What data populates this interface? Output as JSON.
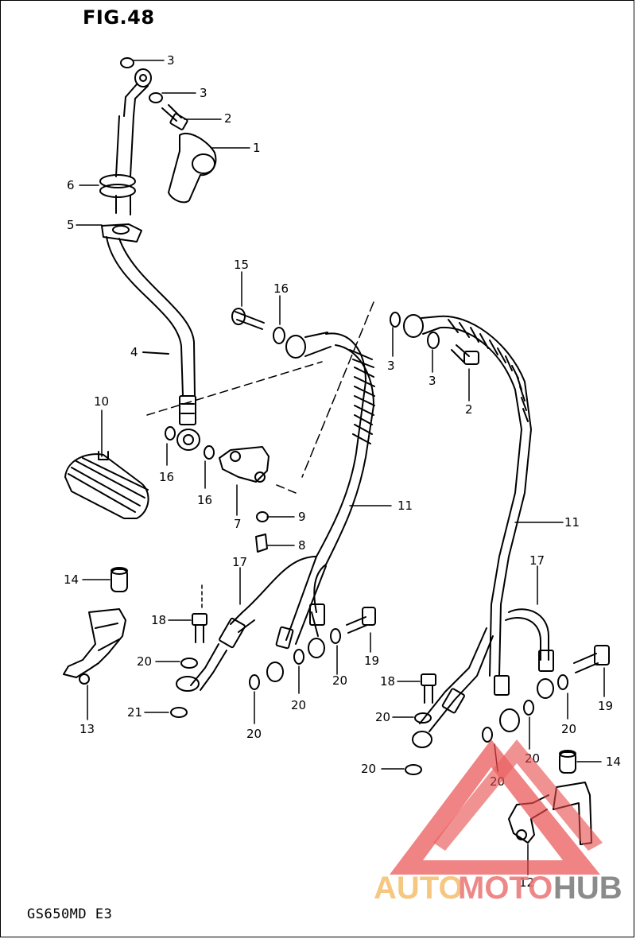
{
  "figure": {
    "title": "FIG.48",
    "model": "GS650MD E3"
  },
  "watermark": {
    "text_auto": "AUTO",
    "text_moto": "MOTO",
    "text_hub": "HUB",
    "color_triangle": "#e84a4a",
    "color_auto": "#f4be6a",
    "color_hub": "#777777"
  },
  "callouts": [
    {
      "id": "c1",
      "text": "1"
    },
    {
      "id": "c2a",
      "text": "2"
    },
    {
      "id": "c2b",
      "text": "2"
    },
    {
      "id": "c3a",
      "text": "3"
    },
    {
      "id": "c3b",
      "text": "3"
    },
    {
      "id": "c3c",
      "text": "3"
    },
    {
      "id": "c3d",
      "text": "3"
    },
    {
      "id": "c4",
      "text": "4"
    },
    {
      "id": "c5",
      "text": "5"
    },
    {
      "id": "c6",
      "text": "6"
    },
    {
      "id": "c7",
      "text": "7"
    },
    {
      "id": "c8",
      "text": "8"
    },
    {
      "id": "c9",
      "text": "9"
    },
    {
      "id": "c10",
      "text": "10"
    },
    {
      "id": "c11a",
      "text": "11"
    },
    {
      "id": "c11b",
      "text": "11"
    },
    {
      "id": "c12",
      "text": "12"
    },
    {
      "id": "c13",
      "text": "13"
    },
    {
      "id": "c14a",
      "text": "14"
    },
    {
      "id": "c14b",
      "text": "14"
    },
    {
      "id": "c15",
      "text": "15"
    },
    {
      "id": "c16a",
      "text": "16"
    },
    {
      "id": "c16b",
      "text": "16"
    },
    {
      "id": "c16c",
      "text": "16"
    },
    {
      "id": "c17a",
      "text": "17"
    },
    {
      "id": "c17b",
      "text": "17"
    },
    {
      "id": "c18a",
      "text": "18"
    },
    {
      "id": "c18b",
      "text": "18"
    },
    {
      "id": "c19a",
      "text": "19"
    },
    {
      "id": "c19b",
      "text": "19"
    },
    {
      "id": "c20a",
      "text": "20"
    },
    {
      "id": "c20b",
      "text": "21"
    },
    {
      "id": "c20c",
      "text": "20"
    },
    {
      "id": "c20d",
      "text": "20"
    },
    {
      "id": "c20e",
      "text": "20"
    },
    {
      "id": "c20f",
      "text": "20"
    },
    {
      "id": "c20g",
      "text": "20"
    },
    {
      "id": "c20h",
      "text": "20"
    },
    {
      "id": "c20i",
      "text": "20"
    },
    {
      "id": "c20j",
      "text": "20"
    }
  ]
}
